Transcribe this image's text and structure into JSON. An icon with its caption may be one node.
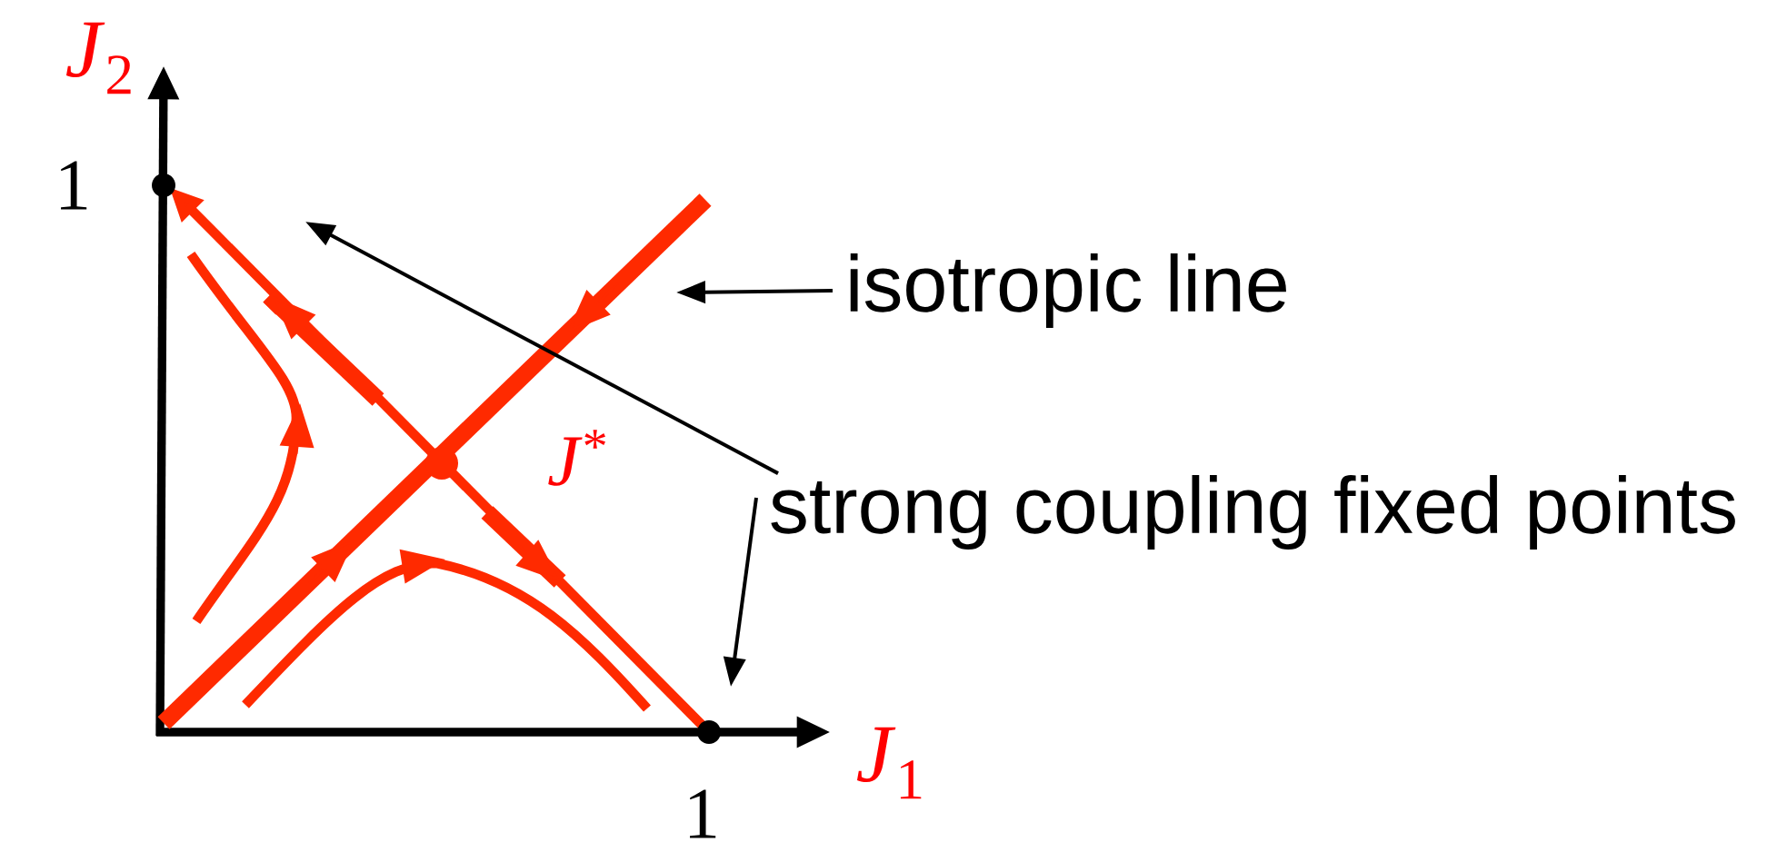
{
  "diagram": {
    "nodes": [
      {
        "text": [
          "isotropic line"
        ]
      },
      {
        "text": [
          "strong coupling fixed points"
        ]
      }
    ],
    "edges": [
      {
        "from": 0,
        "to": null,
        "arrow": "to"
      },
      {
        "from": 1,
        "to": null,
        "arrow": "to"
      },
      {
        "from": 1,
        "to": null,
        "arrow": "to"
      }
    ],
    "labels": [
      "*J*$_{2}$",
      "1",
      "*J*$^{*}$",
      "*J*$_{1}$",
      "1"
    ]
  }
}
